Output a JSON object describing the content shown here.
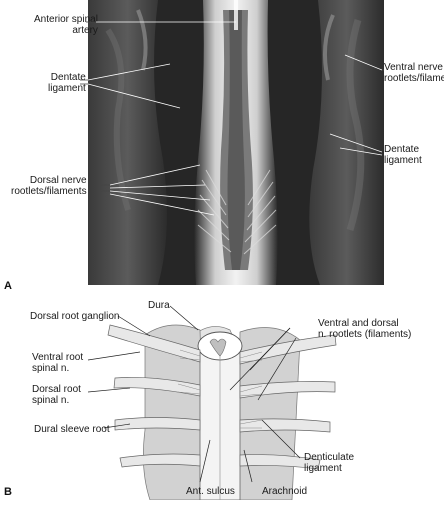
{
  "panel_a": {
    "letter": "A",
    "labels": {
      "anterior_spinal_artery": [
        "Anterior spinal",
        "artery"
      ],
      "dentate_ligament_left": [
        "Dentate",
        "ligament"
      ],
      "dorsal_nerve_rootlets": [
        "Dorsal nerve",
        "rootlets/filaments"
      ],
      "ventral_nerve_rootlets": [
        "Ventral nerve",
        "rootlets/filame"
      ],
      "dentate_ligament_right": [
        "Dentate",
        "ligament"
      ]
    }
  },
  "panel_b": {
    "letter": "B",
    "labels": {
      "dura": [
        "Dura"
      ],
      "dorsal_root_ganglion": [
        "Dorsal root ganglion"
      ],
      "ventral_root_spinal_n": [
        "Ventral root",
        "spinal n."
      ],
      "dorsal_root_spinal_n": [
        "Dorsal root",
        "spinal n."
      ],
      "dural_sleeve_root": [
        "Dural sleeve root"
      ],
      "ventral_dorsal_rootlets": [
        "Ventral and dorsal",
        "n. rootlets (filaments)"
      ],
      "denticulate_ligament": [
        "Denticulate",
        "ligament"
      ],
      "ant_sulcus": [
        "Ant. sulcus"
      ],
      "arachnoid": [
        "Arachnoid"
      ]
    }
  }
}
